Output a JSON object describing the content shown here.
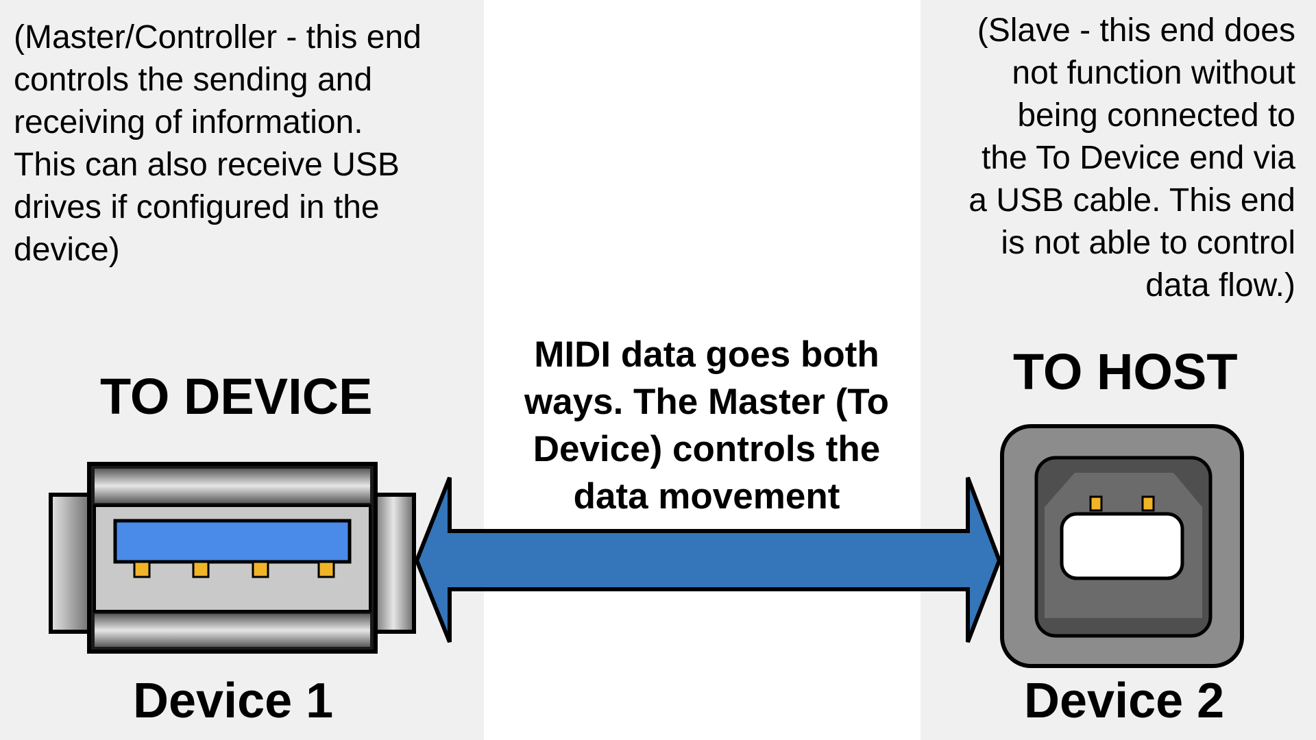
{
  "left_panel": {
    "description_lines": [
      "(Master/Controller - this end",
      "controls the sending and",
      "receiving of information.",
      "This can also receive USB",
      "drives if configured in the",
      "device)"
    ],
    "heading": "TO DEVICE",
    "device_label": "Device 1"
  },
  "right_panel": {
    "description_lines": [
      "(Slave - this end does",
      "not function without",
      "being connected to",
      "the To Device end via",
      "a USB cable. This end",
      "is not able to control",
      "data flow.)"
    ],
    "heading": "TO HOST",
    "device_label": "Device 2"
  },
  "middle": {
    "caption_lines": [
      "MIDI data goes both",
      "ways. The Master (To",
      "Device) controls the",
      "data movement"
    ]
  },
  "colors": {
    "panel_background": "#f0f0f0",
    "arrow_fill": "#3575b9",
    "usb_a_tongue": "#4a8ae8",
    "pin_color": "#f0b429",
    "usb_b_body": "#8c8c8c"
  },
  "icons": [
    "usb-a-port-icon",
    "usb-b-port-icon",
    "double-arrow-icon"
  ]
}
